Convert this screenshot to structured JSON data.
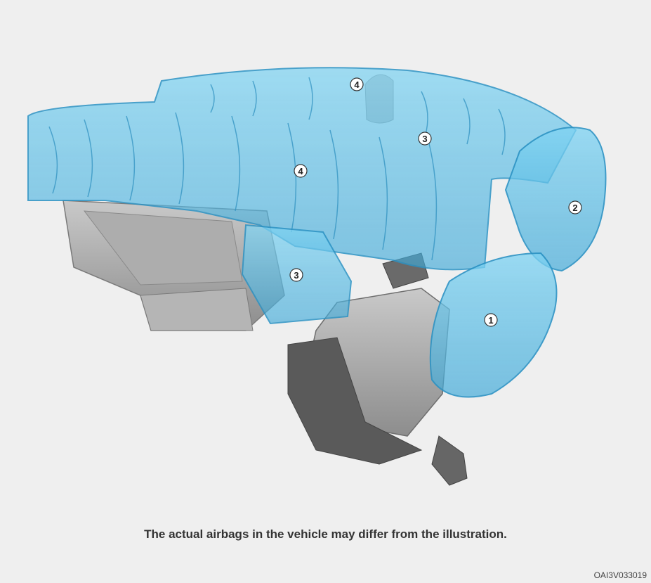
{
  "illustration": {
    "markers": [
      {
        "label": "1",
        "meaning": "driver-front-airbag"
      },
      {
        "label": "2",
        "meaning": "passenger-front-airbag"
      },
      {
        "label": "3",
        "meaning": "side-airbag"
      },
      {
        "label": "3",
        "meaning": "side-airbag"
      },
      {
        "label": "4",
        "meaning": "curtain-airbag"
      },
      {
        "label": "4",
        "meaning": "curtain-airbag"
      }
    ]
  },
  "caption": "The actual airbags in the vehicle may differ from the illustration.",
  "image_code": "OAI3V033019",
  "colors": {
    "background": "#efefef",
    "airbag_fill": "#5fc0e6",
    "airbag_stroke": "#2c93c4",
    "seat": "#9c9c9c",
    "seat_dark": "#5d5d5d"
  }
}
